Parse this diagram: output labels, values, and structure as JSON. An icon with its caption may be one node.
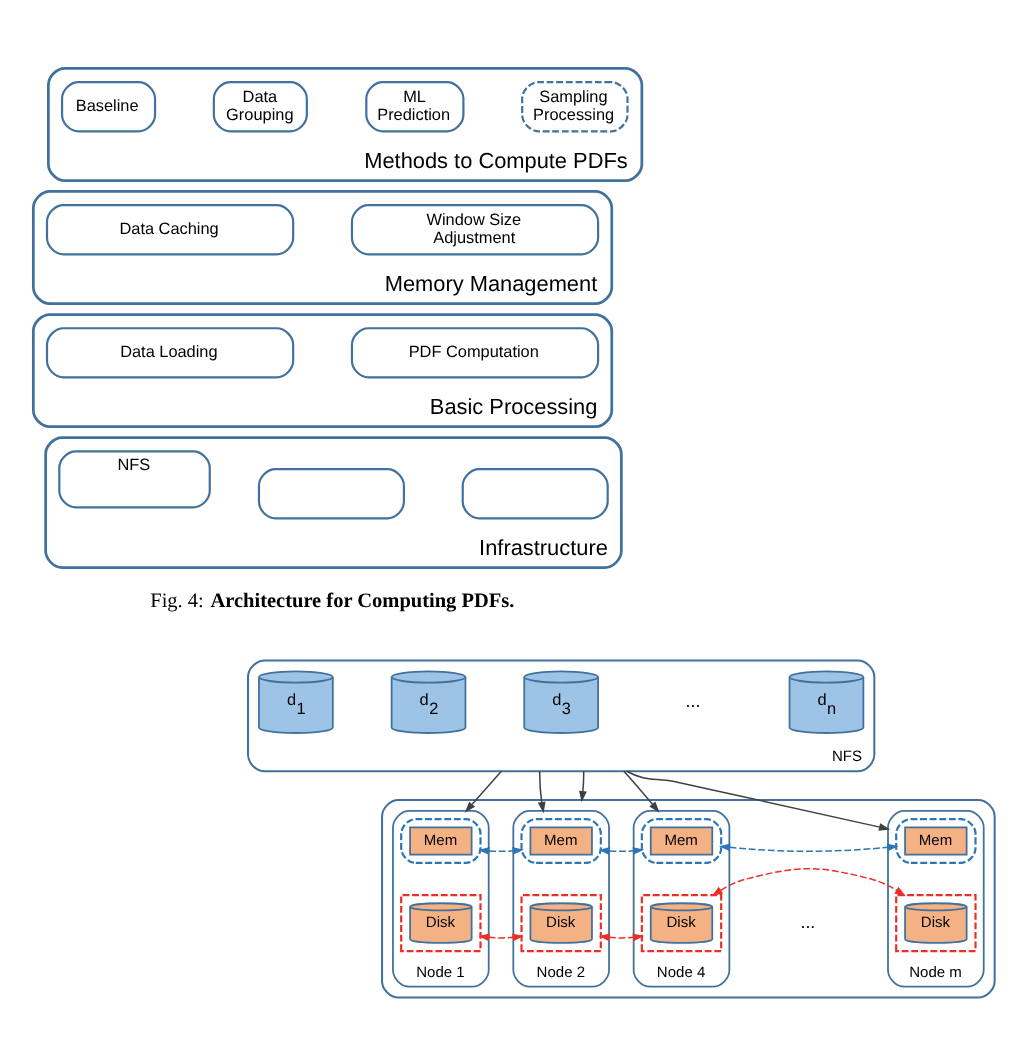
{
  "diagram": {
    "nodes": [
      {
        "text": [
          "Methods to Compute PDFs"
        ]
      },
      {
        "text": [
          "Baseline"
        ],
        "in": 0
      },
      {
        "text": [
          "Data Grouping"
        ],
        "in": 0
      },
      {
        "text": [
          "ML Prediction"
        ],
        "in": 0
      },
      {
        "text": [
          "Sampling Processing"
        ],
        "in": 0
      },
      {
        "text": [
          "Memory Management"
        ]
      },
      {
        "text": [
          "Data Caching"
        ],
        "in": 5
      },
      {
        "text": [
          "Window Size Adjustment"
        ],
        "in": 5
      },
      {
        "text": [
          "Basic Processing"
        ]
      },
      {
        "text": [
          "Data Loading"
        ],
        "in": 8
      },
      {
        "text": [
          "PDF Computation"
        ],
        "in": 8
      },
      {
        "text": [
          "Infrastructure"
        ]
      },
      {
        "text": [
          "NFS"
        ],
        "in": 11
      },
      {
        "text": [],
        "shape": "box",
        "in": 11
      },
      {
        "text": [],
        "shape": "box",
        "in": 11
      },
      {
        "text": [
          "NFS"
        ]
      },
      {
        "text": [
          "d$_{1}$"
        ],
        "in": 15
      },
      {
        "text": [
          "d$_{2}$"
        ],
        "in": 15
      },
      {
        "text": [
          "d$_{3}$"
        ],
        "in": 15
      },
      {
        "text": [
          "d$_{n}$"
        ],
        "in": 15
      },
      {
        "text": [],
        "shape": "box"
      },
      {
        "text": [
          "Node 1"
        ],
        "in": 20
      },
      {
        "text": [],
        "shape": "box",
        "in": 21
      },
      {
        "text": [
          "Mem"
        ],
        "in": 22
      },
      {
        "text": [],
        "shape": "box",
        "in": 21
      },
      {
        "text": [
          "Disk"
        ],
        "in": 24
      },
      {
        "text": [
          "Node 2"
        ],
        "in": 20
      },
      {
        "text": [],
        "shape": "box",
        "in": 26
      },
      {
        "text": [
          "Mem"
        ],
        "in": 27
      },
      {
        "text": [],
        "shape": "box",
        "in": 26
      },
      {
        "text": [
          "Disk"
        ],
        "in": 29
      },
      {
        "text": [
          "Node 4"
        ],
        "in": 20
      },
      {
        "text": [],
        "shape": "box",
        "in": 31
      },
      {
        "text": [
          "Mem"
        ],
        "in": 32
      },
      {
        "text": [],
        "shape": "box",
        "in": 31
      },
      {
        "text": [
          "Disk"
        ],
        "in": 34
      },
      {
        "text": [
          "Node m"
        ],
        "in": 20
      },
      {
        "text": [],
        "shape": "box",
        "in": 36
      },
      {
        "text": [
          "Mem"
        ],
        "in": 37
      },
      {
        "text": [],
        "shape": "box",
        "in": 36
      },
      {
        "text": [
          "Disk"
        ],
        "in": 39
      }
    ],
    "edges": [
      {
        "from": 15,
        "to": 21,
        "arrow": "to"
      },
      {
        "from": 15,
        "to": 26,
        "arrow": "to"
      },
      {
        "from": 15,
        "to": 20,
        "arrow": "to"
      },
      {
        "from": 15,
        "to": 31,
        "arrow": "to"
      },
      {
        "from": 15,
        "to": 36,
        "arrow": "to"
      },
      {
        "from": 22,
        "to": 27,
        "arrow": "both",
        "style": "dashed",
        "color": "#2e75b6"
      },
      {
        "from": 27,
        "to": 32,
        "arrow": "both",
        "style": "dashed",
        "color": "#2e75b6"
      },
      {
        "from": 32,
        "to": 37,
        "arrow": "both",
        "style": "dashed",
        "color": "#2e75b6"
      },
      {
        "from": 24,
        "to": 29,
        "arrow": "both",
        "style": "dashed",
        "color": "#e8302a"
      },
      {
        "from": 29,
        "to": 34,
        "arrow": "both",
        "style": "dashed",
        "color": "#e8302a"
      },
      {
        "from": 34,
        "to": 39,
        "arrow": "both",
        "style": "dashed",
        "color": "#e8302a"
      }
    ],
    "labels": [
      "Fig. 4: **Architecture for Computing PDFs.**",
      "...",
      "..."
    ]
  }
}
